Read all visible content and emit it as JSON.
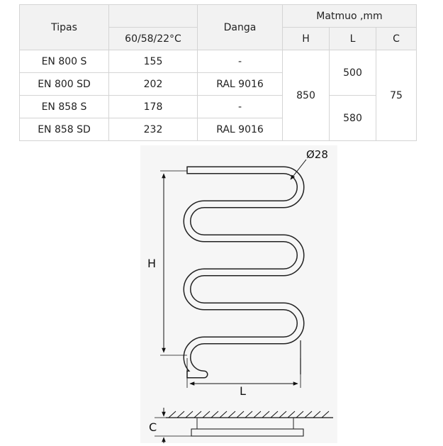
{
  "table": {
    "headers": {
      "type": "Tipas",
      "power_group": "60/58/22°C",
      "color": "Danga",
      "dims_group": "Matmuo ,mm",
      "h": "H",
      "l": "L",
      "c": "C"
    },
    "rows": [
      {
        "model": "EN 800 S",
        "power": "155",
        "color": "-"
      },
      {
        "model": "EN 800 SD",
        "power": "202",
        "color": "RAL 9016"
      },
      {
        "model": "EN 858 S",
        "power": "178",
        "color": "-"
      },
      {
        "model": "EN 858 SD",
        "power": "232",
        "color": "RAL 9016"
      }
    ],
    "merged": {
      "h": "850",
      "l_top": "500",
      "l_bottom": "580",
      "c": "75"
    }
  },
  "drawing": {
    "diameter_label": "Ø28",
    "height_label": "H",
    "length_label": "L",
    "depth_label": "C"
  }
}
